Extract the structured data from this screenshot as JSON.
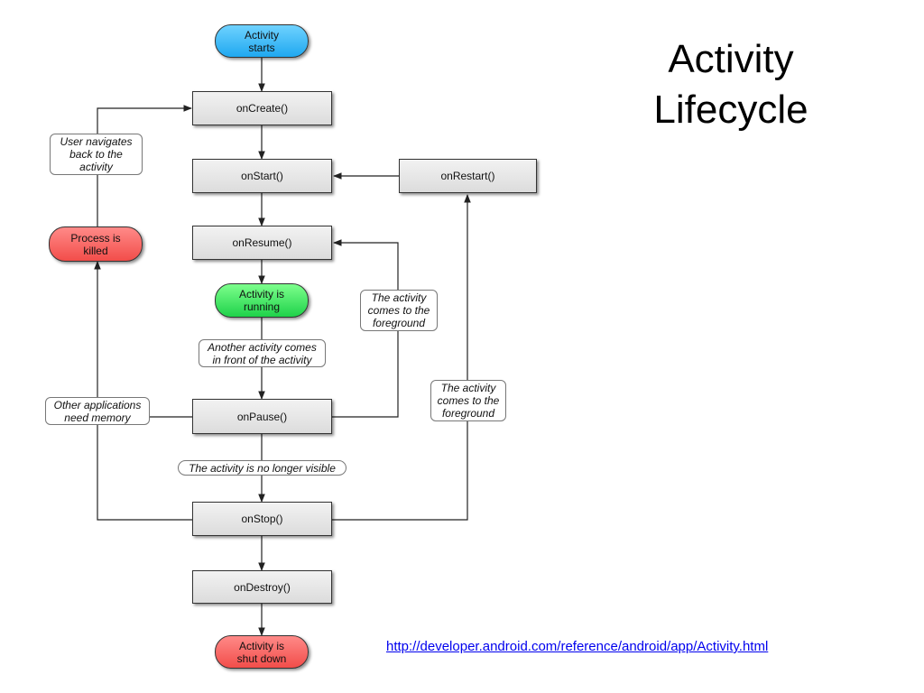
{
  "title": {
    "line1": "Activity",
    "line2": "Lifecycle"
  },
  "link": {
    "text": "http://developer.android.com/reference/android/app/Activity.html"
  },
  "states": {
    "start": "Activity\nstarts",
    "running": "Activity is\nrunning",
    "killed": "Process is\nkilled",
    "shutdown": "Activity is\nshut down"
  },
  "callbacks": {
    "onCreate": "onCreate()",
    "onStart": "onStart()",
    "onRestart": "onRestart()",
    "onResume": "onResume()",
    "onPause": "onPause()",
    "onStop": "onStop()",
    "onDestroy": "onDestroy()"
  },
  "transitions": {
    "navigate_back": "User navigates\nback to the\nactivity",
    "foreground_resume": "The activity\ncomes to the\nforeground",
    "foreground_restart": "The activity\ncomes to the\nforeground",
    "another_activity": "Another activity comes\nin front of the activity",
    "other_apps_memory": "Other applications\nneed memory",
    "no_longer_visible": "The activity is no longer visible"
  },
  "colors": {
    "start": "#33b5f5",
    "running": "#22dd55",
    "killed": "#f55552",
    "method_box": "#e0e0e0",
    "line": "#222222",
    "link": "#0000ee"
  }
}
